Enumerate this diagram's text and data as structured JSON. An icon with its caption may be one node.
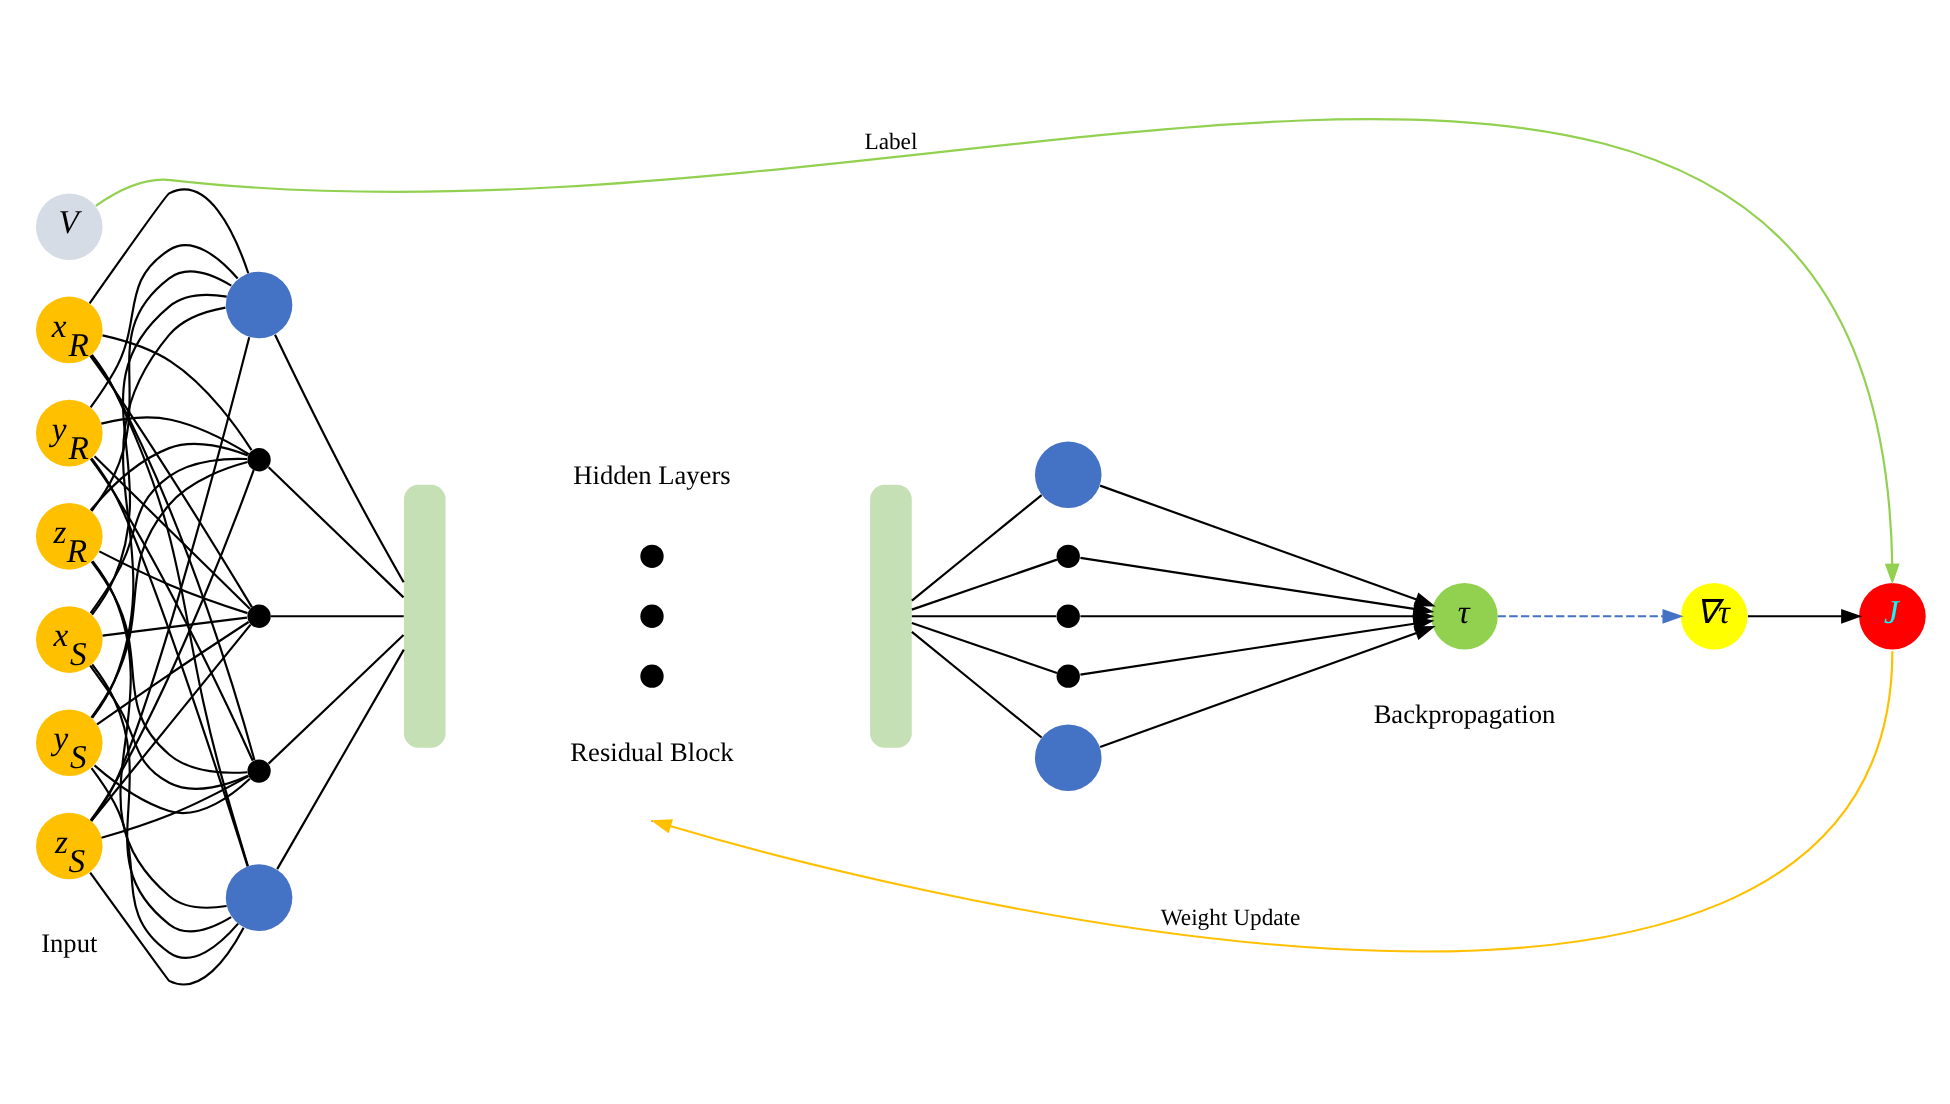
{
  "diagram": {
    "nodes": [
      {
        "text": [
          "V"
        ]
      },
      {
        "text": [
          "x$_{R}$"
        ]
      },
      {
        "text": [
          "y$_{R}$"
        ]
      },
      {
        "text": [
          "z$_{R}$"
        ]
      },
      {
        "text": [
          "x$_{S}$"
        ]
      },
      {
        "text": [
          "y$_{S}$"
        ]
      },
      {
        "text": [
          "z$_{S}$"
        ]
      },
      {
        "text": [],
        "shape": "circle"
      },
      {
        "text": [],
        "shape": "circle"
      },
      {
        "text": [],
        "shape": "circle"
      },
      {
        "text": [],
        "shape": "circle"
      },
      {
        "text": [],
        "shape": "circle"
      },
      {
        "text": [],
        "shape": "box"
      },
      {
        "text": [],
        "shape": "circle"
      },
      {
        "text": [],
        "shape": "circle"
      },
      {
        "text": [],
        "shape": "circle"
      },
      {
        "text": [],
        "shape": "box"
      },
      {
        "text": [],
        "shape": "circle"
      },
      {
        "text": [],
        "shape": "circle"
      },
      {
        "text": [],
        "shape": "circle"
      },
      {
        "text": [],
        "shape": "circle"
      },
      {
        "text": [],
        "shape": "circle"
      },
      {
        "text": [
          "τ"
        ]
      },
      {
        "text": [
          "∇τ"
        ]
      },
      {
        "text": [
          "J"
        ]
      }
    ],
    "edges": [
      {
        "from": 1,
        "to": 7,
        "arrow": "none"
      },
      {
        "from": 1,
        "to": 8,
        "arrow": "none"
      },
      {
        "from": 1,
        "to": 9,
        "arrow": "none"
      },
      {
        "from": 1,
        "to": 10,
        "arrow": "none"
      },
      {
        "from": 1,
        "to": 11,
        "arrow": "none"
      },
      {
        "from": 2,
        "to": 7,
        "arrow": "none"
      },
      {
        "from": 2,
        "to": 8,
        "arrow": "none"
      },
      {
        "from": 2,
        "to": 9,
        "arrow": "none"
      },
      {
        "from": 2,
        "to": 10,
        "arrow": "none"
      },
      {
        "from": 2,
        "to": 11,
        "arrow": "none"
      },
      {
        "from": 3,
        "to": 7,
        "arrow": "none"
      },
      {
        "from": 3,
        "to": 8,
        "arrow": "none"
      },
      {
        "from": 3,
        "to": 9,
        "arrow": "none"
      },
      {
        "from": 3,
        "to": 10,
        "arrow": "none"
      },
      {
        "from": 3,
        "to": 11,
        "arrow": "none"
      },
      {
        "from": 4,
        "to": 7,
        "arrow": "none"
      },
      {
        "from": 4,
        "to": 8,
        "arrow": "none"
      },
      {
        "from": 4,
        "to": 9,
        "arrow": "none"
      },
      {
        "from": 4,
        "to": 10,
        "arrow": "none"
      },
      {
        "from": 4,
        "to": 11,
        "arrow": "none"
      },
      {
        "from": 5,
        "to": 7,
        "arrow": "none"
      },
      {
        "from": 5,
        "to": 8,
        "arrow": "none"
      },
      {
        "from": 5,
        "to": 9,
        "arrow": "none"
      },
      {
        "from": 5,
        "to": 10,
        "arrow": "none"
      },
      {
        "from": 5,
        "to": 11,
        "arrow": "none"
      },
      {
        "from": 6,
        "to": 7,
        "arrow": "none"
      },
      {
        "from": 6,
        "to": 8,
        "arrow": "none"
      },
      {
        "from": 6,
        "to": 9,
        "arrow": "none"
      },
      {
        "from": 6,
        "to": 10,
        "arrow": "none"
      },
      {
        "from": 6,
        "to": 11,
        "arrow": "none"
      },
      {
        "from": 7,
        "to": 12,
        "arrow": "none"
      },
      {
        "from": 8,
        "to": 12,
        "arrow": "none"
      },
      {
        "from": 9,
        "to": 12,
        "arrow": "none"
      },
      {
        "from": 10,
        "to": 12,
        "arrow": "none"
      },
      {
        "from": 11,
        "to": 12,
        "arrow": "none"
      },
      {
        "from": 16,
        "to": 17,
        "arrow": "none"
      },
      {
        "from": 16,
        "to": 18,
        "arrow": "none"
      },
      {
        "from": 16,
        "to": 19,
        "arrow": "none"
      },
      {
        "from": 16,
        "to": 20,
        "arrow": "none"
      },
      {
        "from": 16,
        "to": 21,
        "arrow": "none"
      },
      {
        "from": 17,
        "to": 22,
        "arrow": "to"
      },
      {
        "from": 18,
        "to": 22,
        "arrow": "to"
      },
      {
        "from": 19,
        "to": 22,
        "arrow": "to"
      },
      {
        "from": 20,
        "to": 22,
        "arrow": "to"
      },
      {
        "from": 21,
        "to": 22,
        "arrow": "to"
      },
      {
        "from": 22,
        "to": 23,
        "arrow": "to",
        "style": "dashed",
        "color": "#4472c4"
      },
      {
        "from": 23,
        "to": 24,
        "arrow": "to"
      },
      {
        "from": 0,
        "to": 24,
        "arrow": "to",
        "label": "Label",
        "color": "#92d050"
      },
      {
        "from": 24,
        "to": null,
        "arrow": "to",
        "label": "Weight Update",
        "color": "#ffc000"
      }
    ],
    "labels": [
      "Hidden Layers",
      "Residual Block",
      "Backpropagation",
      "Input"
    ]
  }
}
